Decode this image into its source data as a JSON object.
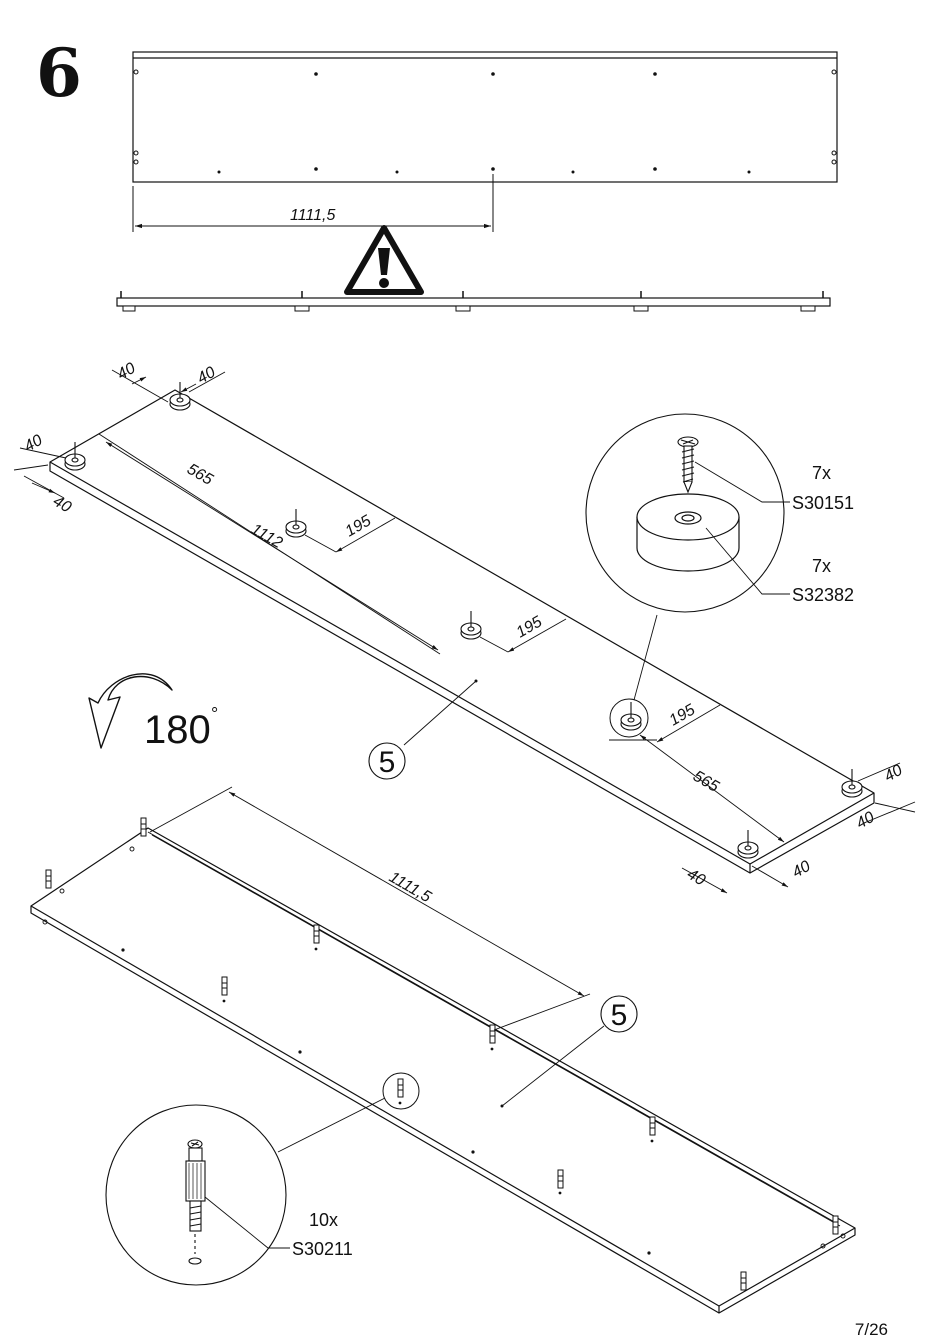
{
  "step": {
    "number": "6"
  },
  "top_panel": {
    "dimension": "1111,5"
  },
  "warning": {
    "icon": "warning-triangle-icon",
    "glyph": "!"
  },
  "panel_feet": {
    "dims": {
      "corner_a": "40",
      "corner_b": "40",
      "left_a": "40",
      "left_b": "40",
      "span_565_left": "565",
      "span_1112": "1112",
      "gap_195_a": "195",
      "gap_195_b": "195",
      "gap_195_c": "195",
      "span_565_right": "565",
      "right_a": "40",
      "right_b": "40",
      "bottom_a": "40",
      "bottom_b": "40"
    },
    "part_number": "5",
    "detail": {
      "screw_qty": "7x",
      "screw_code": "S30151",
      "foot_qty": "7x",
      "foot_code": "S32382"
    }
  },
  "rotation": {
    "value": "180",
    "unit": "°"
  },
  "panel_dowels": {
    "dimension": "1111,5",
    "part_number": "5",
    "detail": {
      "qty": "10x",
      "code": "S30211"
    }
  },
  "page": {
    "number": "7/26"
  }
}
